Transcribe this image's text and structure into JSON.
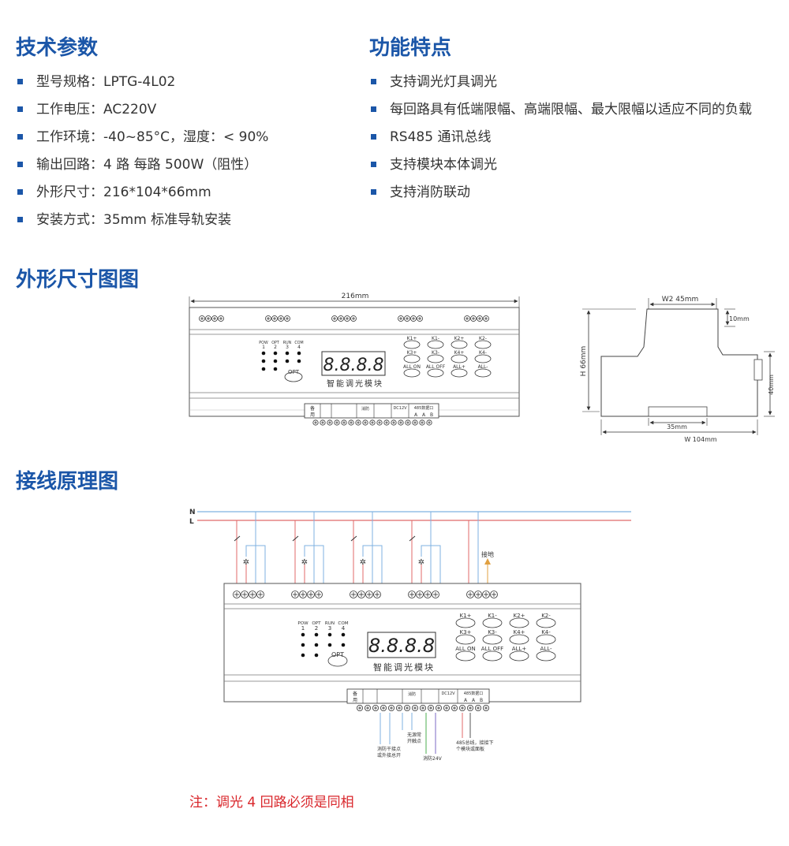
{
  "specs": {
    "title": "技术参数",
    "items": [
      "型号规格：LPTG-4L02",
      "工作电压：AC220V",
      "工作环境：-40~85°C，湿度：< 90%",
      "输出回路：4 路   每路 500W（阻性）",
      "外形尺寸：216*104*66mm",
      "安装方式：35mm 标准导轨安装"
    ]
  },
  "features": {
    "title": "功能特点",
    "items": [
      "支持调光灯具调光",
      "每回路具有低端限幅、高端限幅、最大限幅以适应不同的负载",
      "RS485 通讯总线",
      "支持模块本体调光",
      "支持消防联动"
    ]
  },
  "dimensions": {
    "title": "外形尺寸图图",
    "width_label": "216mm",
    "side": {
      "w2_label": "W2  45mm",
      "top_offset_label": "10mm",
      "height_label": "H   66mm",
      "right_label": "40mm",
      "rail_label": "35mm",
      "w_label": "W    104mm"
    }
  },
  "module": {
    "display": "8.8.8.8",
    "brand": "智能调光模块",
    "indicators": [
      "POW",
      "OPT",
      "RUN",
      "COM"
    ],
    "indicator_nums": [
      "1",
      "2",
      "3",
      "4"
    ],
    "opt_button": "OPT",
    "keys": [
      "K1+",
      "K1-",
      "K2+",
      "K2-",
      "K3+",
      "K3-",
      "K4+",
      "K4-",
      "ALL ON",
      "ALL OFF",
      "ALL+",
      "ALL-"
    ],
    "bottom_labels": {
      "spare1": "备",
      "spare2": "用",
      "fire": "消防",
      "dc": "DC12V",
      "rs485": "485数据口",
      "ab": "A",
      "b2": "B"
    }
  },
  "wiring": {
    "title": "接线原理图",
    "N_label": "N",
    "L_label": "L",
    "ground_label": "接地",
    "annot_fire_contact_1": "消防干接点",
    "annot_fire_contact_2": "或外接总开",
    "annot_passive_1": "无源常",
    "annot_passive_2": "开触点",
    "annot_fire24": "消防24V",
    "annot_485_1": "485总线，接接下",
    "annot_485_2": "个模块或面板",
    "note": "注：调光 4 回路必须是同相"
  },
  "colors": {
    "accent": "#1b56a8",
    "note": "#d9262b",
    "line_N": "#7fb2e0",
    "line_L": "#e06a6a"
  }
}
